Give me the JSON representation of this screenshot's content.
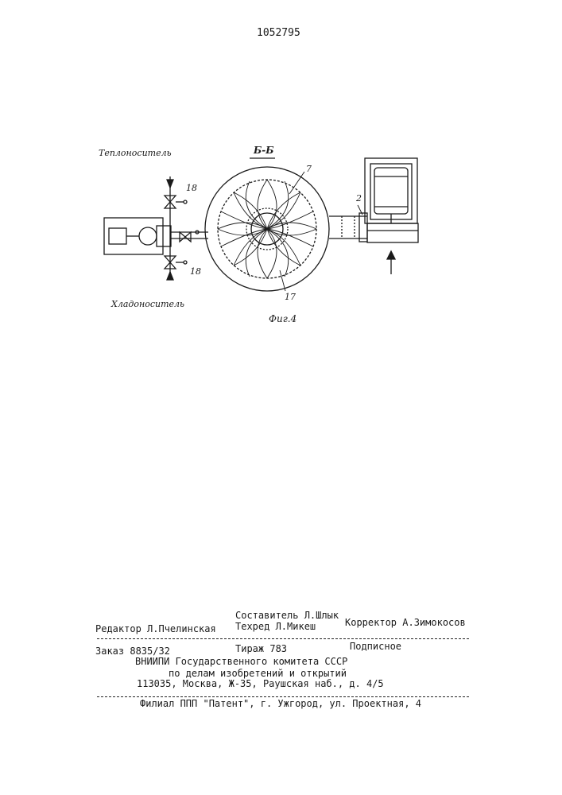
{
  "document": {
    "patent_number": "1052795"
  },
  "drawing": {
    "section_label": "Б-Б",
    "figure_caption": "Фиг.4",
    "labels": {
      "heat_carrier": "Теплоноситель",
      "coolant": "Хладоноситель",
      "valve_top": "18",
      "valve_bottom": "18",
      "ref_7": "7",
      "ref_2": "2",
      "ref_17": "17"
    }
  },
  "footer": {
    "editor": "Редактор Л.Пчелинская",
    "compiler": "Составитель Л.Шлык",
    "techred": "Техред Л.Микеш",
    "corrector": "Корректор А.Зимокосов",
    "order": "Заказ 8835/32",
    "circulation": "Тираж 783",
    "subscription": "Подписное",
    "org_line1": "ВНИИПИ Государственного комитета СССР",
    "org_line2": "по делам изобретений и открытий",
    "address": "113035, Москва, Ж-35, Раушская наб., д. 4/5",
    "branch": "Филиал ППП \"Патент\", г. Ужгород, ул. Проектная, 4"
  }
}
